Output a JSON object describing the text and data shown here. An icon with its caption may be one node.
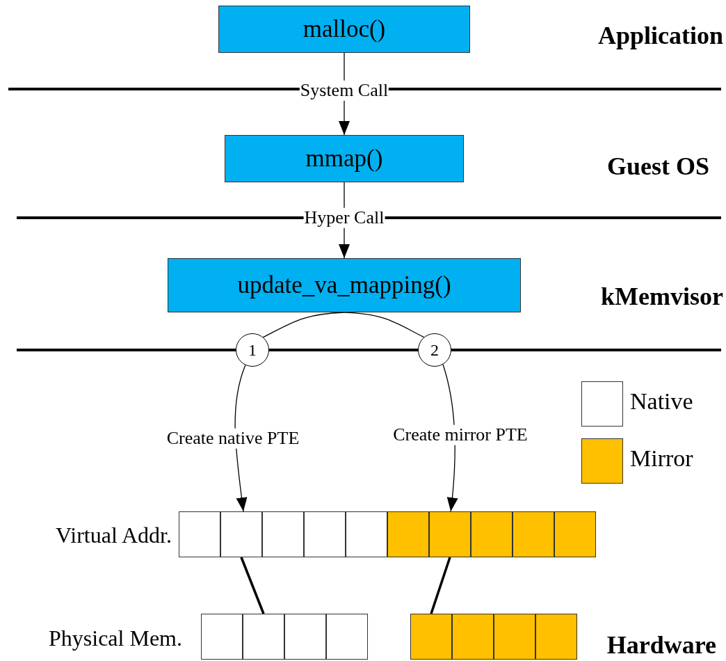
{
  "diagram": {
    "nodes": [
      {
        "text": [
          "malloc()"
        ]
      },
      {
        "text": [
          "mmap()"
        ]
      },
      {
        "text": [
          "update_va_mapping()"
        ]
      },
      {
        "text": [
          "1"
        ]
      },
      {
        "text": [
          "2"
        ]
      },
      {
        "text": [],
        "shape": "box"
      },
      {
        "text": [],
        "shape": "box"
      },
      {
        "text": [],
        "shape": "box"
      },
      {
        "text": [],
        "shape": "box"
      },
      {
        "text": [],
        "shape": "box"
      },
      {
        "text": [],
        "shape": "box"
      },
      {
        "text": [],
        "shape": "box"
      },
      {
        "text": [],
        "shape": "box"
      },
      {
        "text": [],
        "shape": "box"
      },
      {
        "text": [],
        "shape": "box"
      },
      {
        "text": [],
        "shape": "box"
      },
      {
        "text": [],
        "shape": "box"
      },
      {
        "text": [],
        "shape": "box"
      },
      {
        "text": [],
        "shape": "box"
      },
      {
        "text": [],
        "shape": "box"
      },
      {
        "text": [],
        "shape": "box"
      },
      {
        "text": [],
        "shape": "box"
      },
      {
        "text": [],
        "shape": "box"
      }
    ],
    "edges": [
      {
        "from": 0,
        "to": 1,
        "arrow": "to",
        "label": "System Call"
      },
      {
        "from": 1,
        "to": 2,
        "arrow": "to",
        "label": "Hyper Call"
      },
      {
        "from": 2,
        "to": 3,
        "arrow": "none"
      },
      {
        "from": 2,
        "to": 4,
        "arrow": "none"
      },
      {
        "from": 3,
        "to": 6,
        "arrow": "to",
        "label": "Create native PTE"
      },
      {
        "from": 4,
        "to": 11,
        "arrow": "to",
        "label": "Create mirror PTE"
      },
      {
        "from": 6,
        "to": 16,
        "arrow": "none",
        "style": "thick"
      },
      {
        "from": 11,
        "to": 19,
        "arrow": "none",
        "style": "thick"
      }
    ],
    "labels": [
      "Application",
      "Guest OS",
      "kMemvisor",
      "Virtual Addr.",
      "Physical Mem.",
      "Hardware"
    ],
    "legend": [
      {
        "text": "Native",
        "color": "#ffffff"
      },
      {
        "text": "Mirror",
        "color": "#ffc000"
      }
    ]
  }
}
